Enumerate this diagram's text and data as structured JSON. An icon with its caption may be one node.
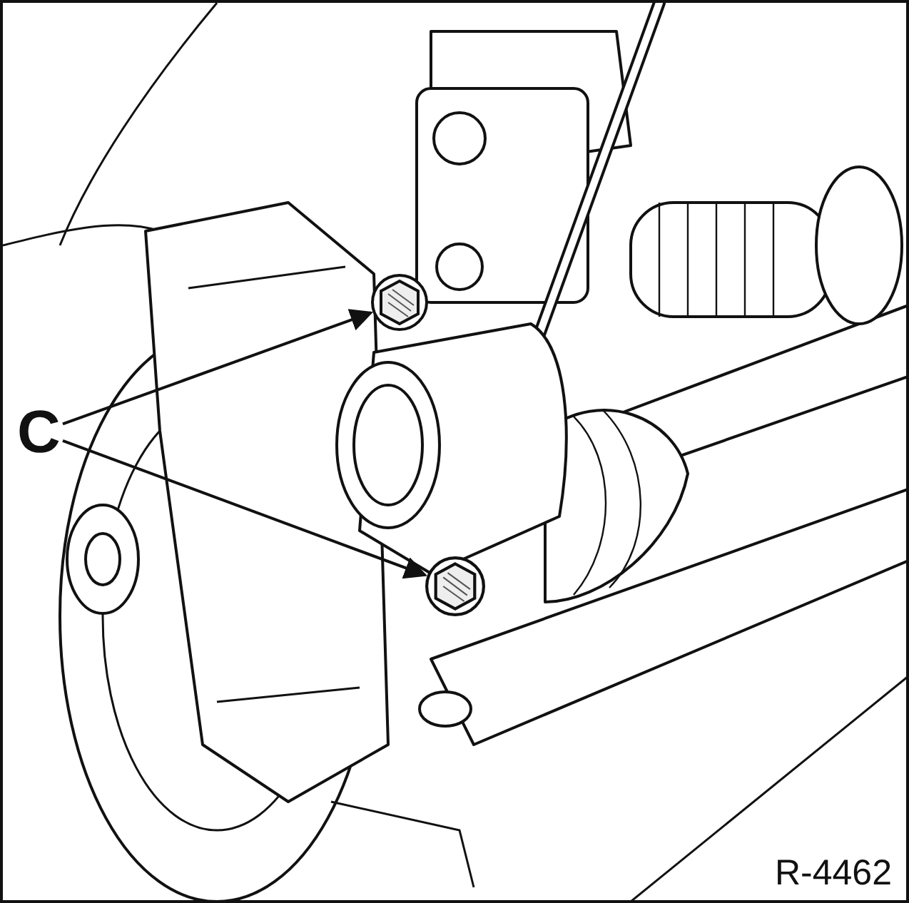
{
  "diagram": {
    "nodes": [
      {
        "text": [
          "C"
        ]
      },
      {
        "text": [],
        "shape": "picture"
      },
      {
        "text": [],
        "shape": "picture"
      }
    ],
    "edges": [
      {
        "from": 0,
        "to": 1,
        "arrow": "to"
      },
      {
        "from": 0,
        "to": 2,
        "arrow": "to"
      }
    ],
    "labels": [
      "R-4462"
    ]
  }
}
